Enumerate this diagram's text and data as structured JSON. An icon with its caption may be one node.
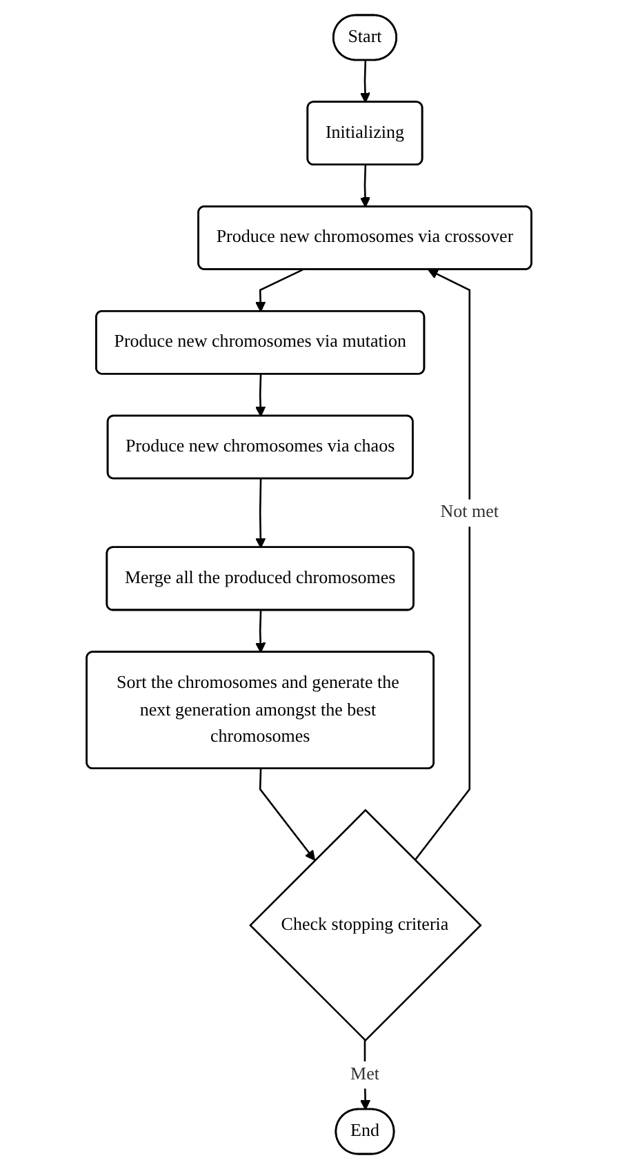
{
  "diagram": {
    "nodes": [
      {
        "text": [
          "Start"
        ]
      },
      {
        "text": [
          "Initializing"
        ]
      },
      {
        "text": [
          "Produce new chromosomes via crossover"
        ]
      },
      {
        "text": [
          "Produce new chromosomes via mutation"
        ]
      },
      {
        "text": [
          "Produce new chromosomes via chaos"
        ]
      },
      {
        "text": [
          "Merge all the produced chromosomes"
        ]
      },
      {
        "text": [
          "Sort the chromosomes and generate the next generation amongst the best chromosomes"
        ]
      },
      {
        "text": [
          "Check stopping criteria"
        ]
      },
      {
        "text": [
          "End"
        ]
      }
    ],
    "edges": [
      {
        "from": 0,
        "to": 1,
        "arrow": "to"
      },
      {
        "from": 1,
        "to": 2,
        "arrow": "to"
      },
      {
        "from": 2,
        "to": 3,
        "arrow": "to"
      },
      {
        "from": 3,
        "to": 4,
        "arrow": "to"
      },
      {
        "from": 4,
        "to": 5,
        "arrow": "to"
      },
      {
        "from": 5,
        "to": 6,
        "arrow": "to"
      },
      {
        "from": 6,
        "to": 7,
        "arrow": "to"
      },
      {
        "from": 7,
        "to": 2,
        "arrow": "to",
        "label": "Not met"
      },
      {
        "from": 7,
        "to": 8,
        "arrow": "to",
        "label": "Met"
      }
    ]
  }
}
